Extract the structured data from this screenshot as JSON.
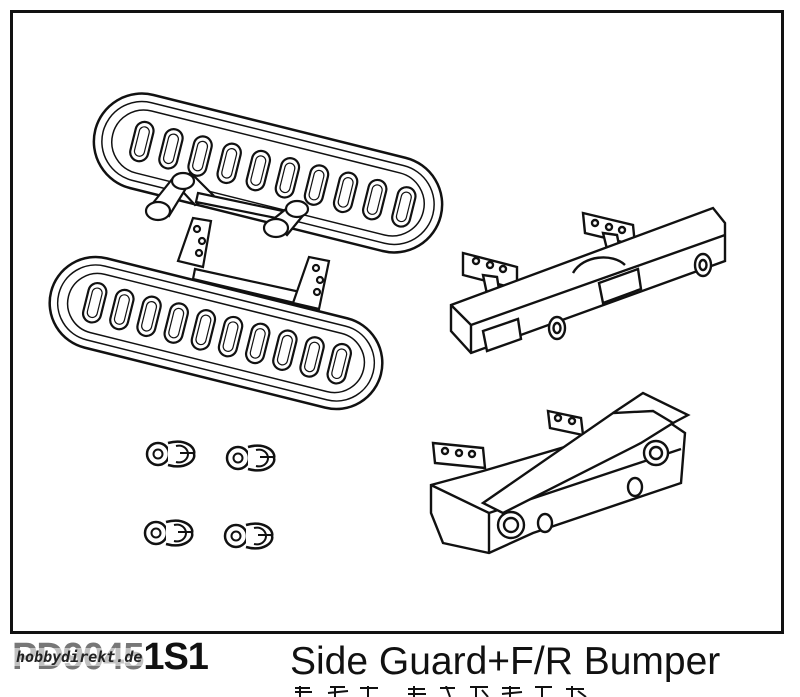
{
  "figure": {
    "parts": [
      {
        "name": "side guard (upper)"
      },
      {
        "name": "side guard (lower)"
      },
      {
        "name": "rear bumper"
      },
      {
        "name": "front bumper"
      },
      {
        "name": "mount clips",
        "count": 4
      }
    ]
  },
  "caption": {
    "part_code_prefix": "PD9045",
    "part_code_suffix": "1S1",
    "description": "Side Guard+F/R Bumper"
  },
  "watermark": {
    "text": "hobbydirekt.de"
  }
}
